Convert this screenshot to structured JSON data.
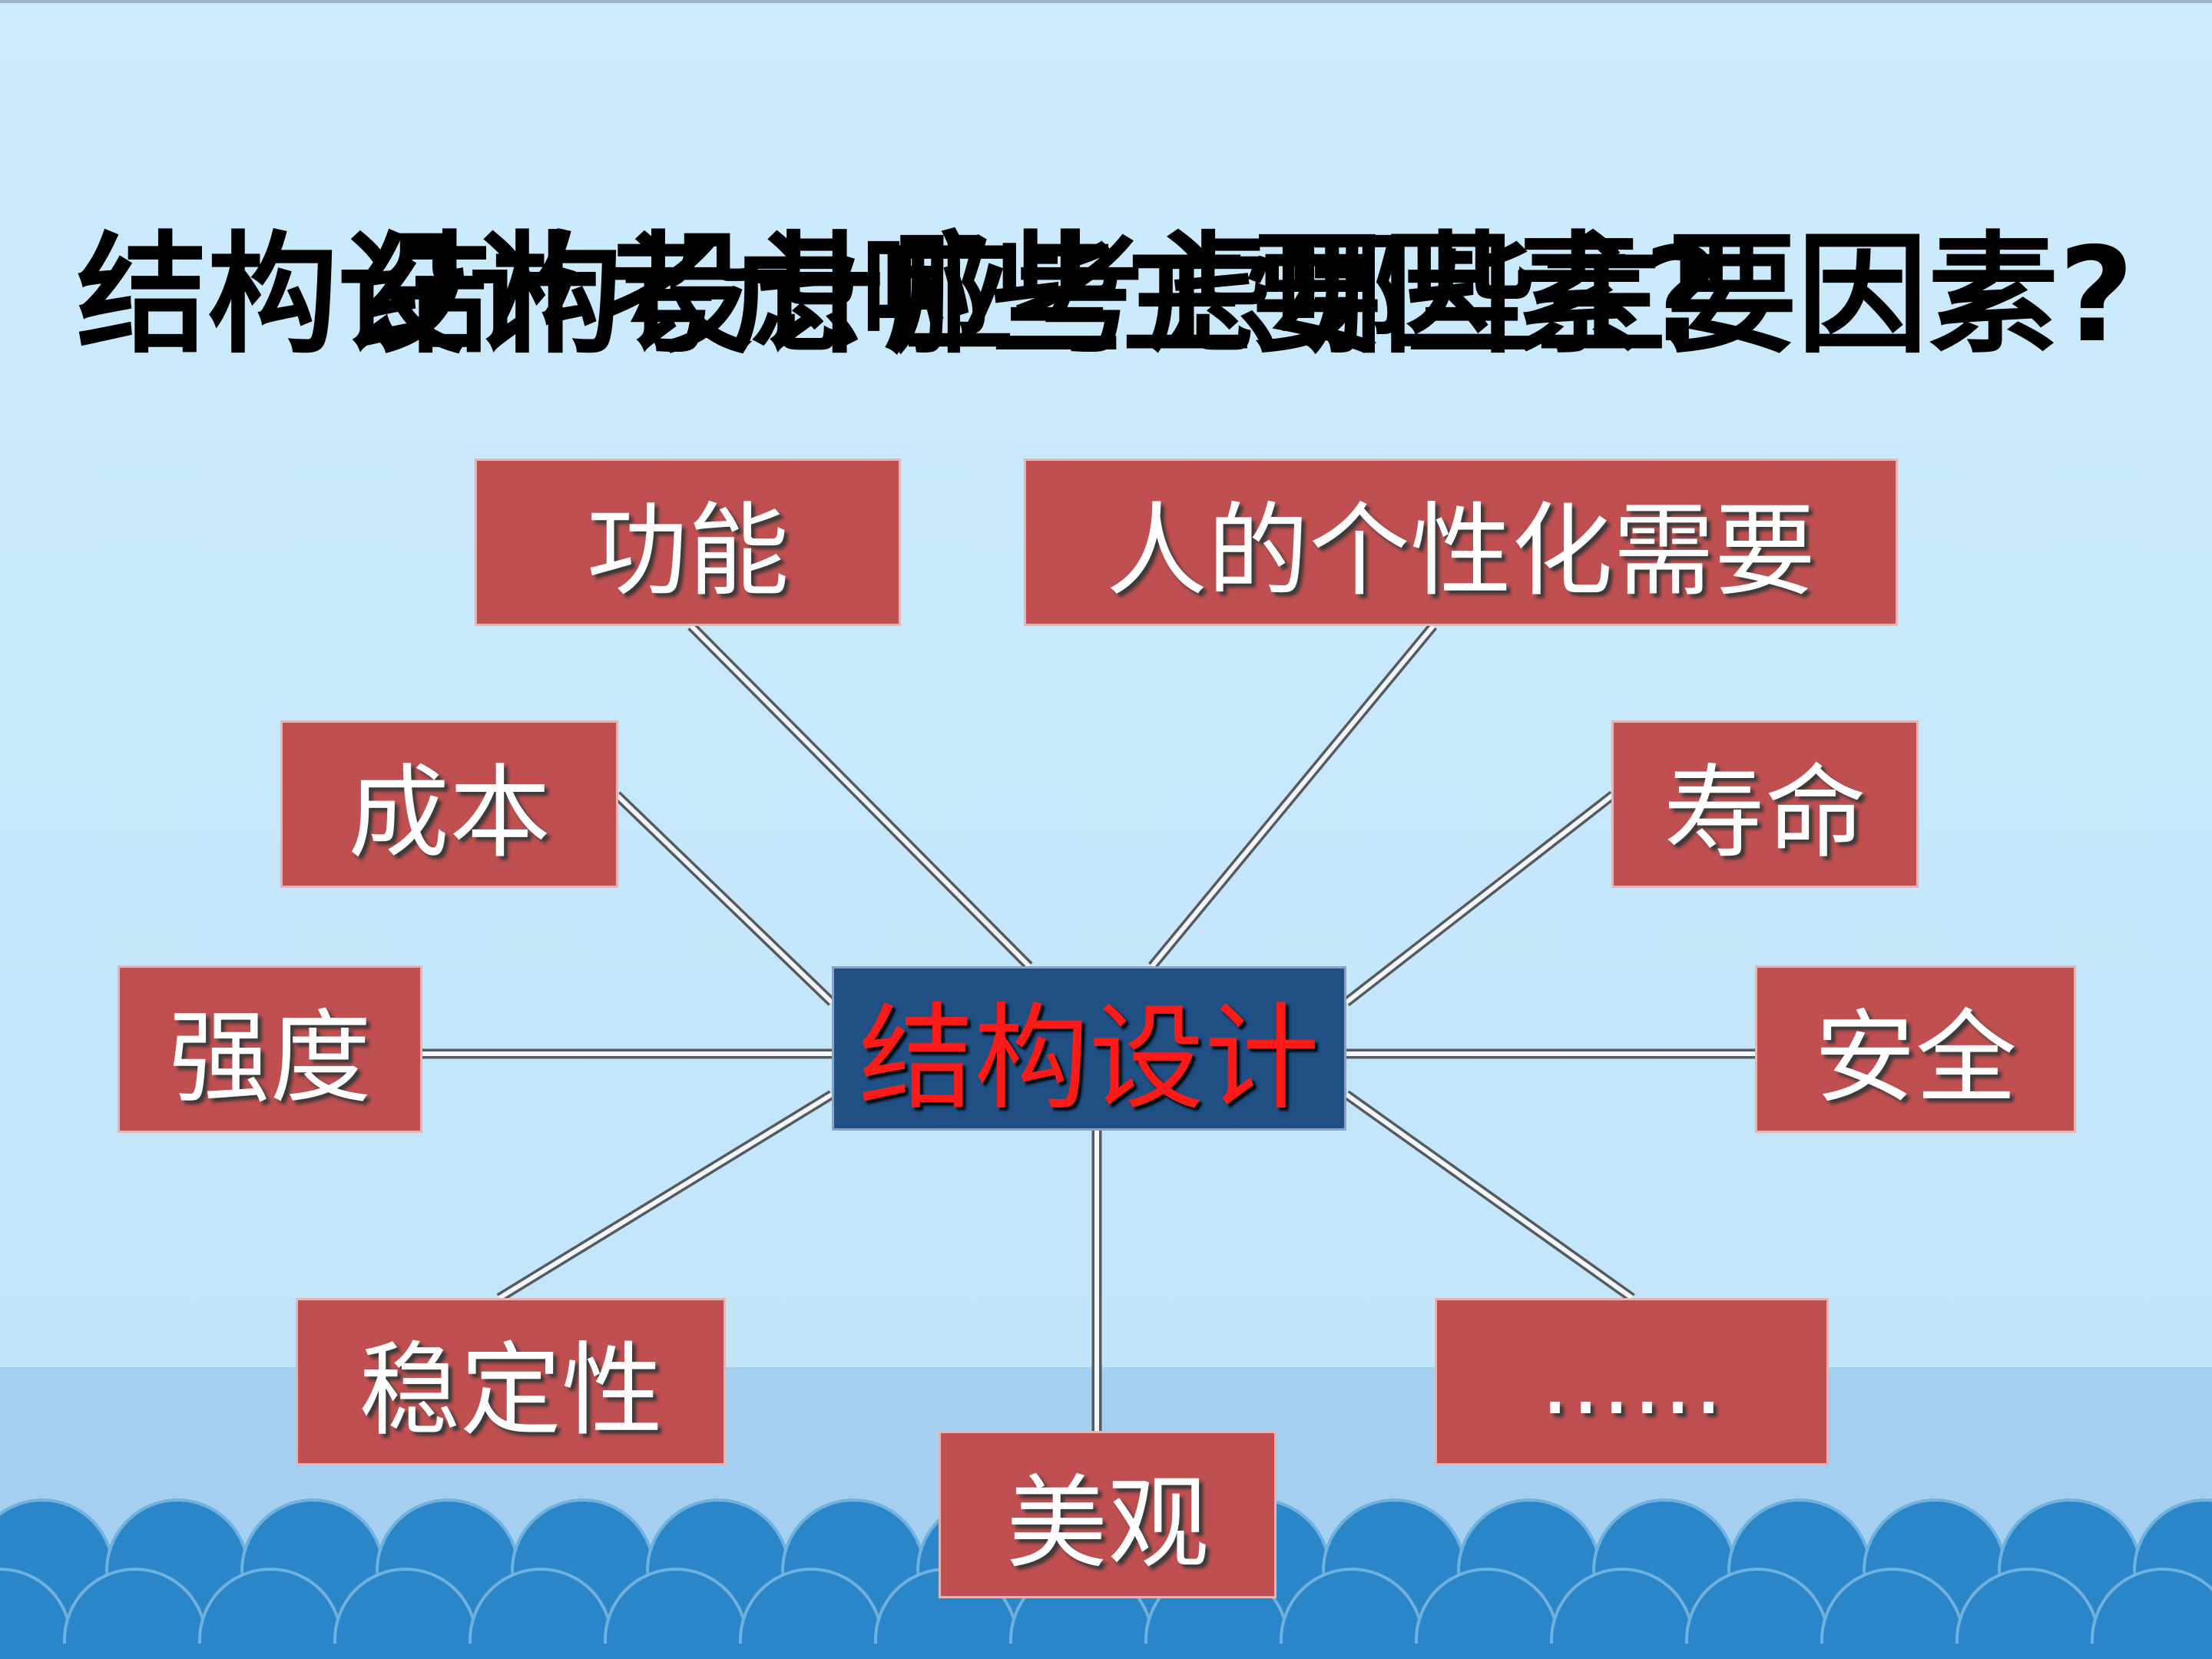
{
  "title_layers": [
    "结构设计考虑哪些主要因素?",
    "结构设计应考虑哪些主要因素?"
  ],
  "center": "结构设计",
  "nodes": {
    "function": "功能",
    "personalization": "人的个性化需要",
    "cost": "成本",
    "lifespan": "寿命",
    "strength": "强度",
    "safety": "安全",
    "stability": "稳定性",
    "more": "……",
    "aesthetics": "美观"
  },
  "colors": {
    "background": "#c6e8fb",
    "node_fill": "#bf4f50",
    "center_fill": "#1f4f83",
    "center_text": "#ff1a1a",
    "wave": "#2a86c9"
  }
}
